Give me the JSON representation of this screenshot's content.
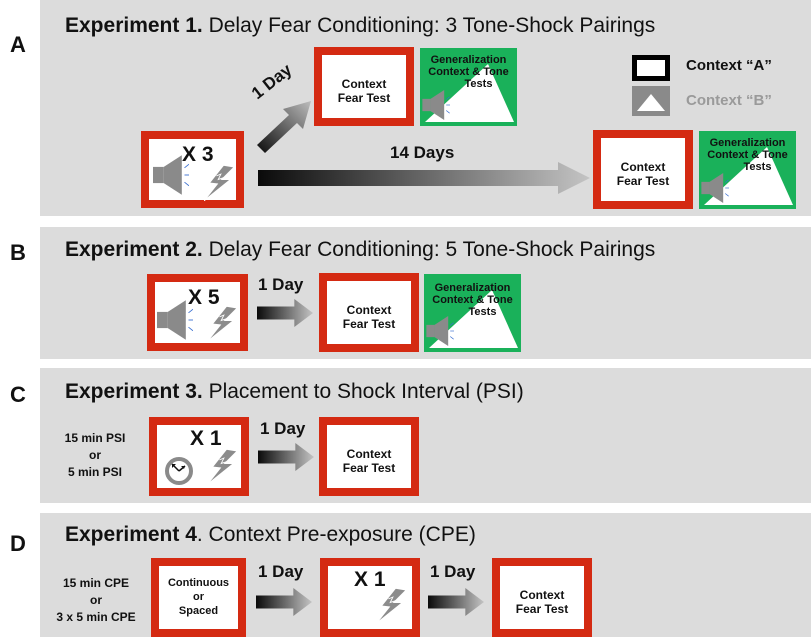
{
  "colors": {
    "panel_bg": "#dcdcdc",
    "box_border": "#d42a12",
    "green": "#1ab15a",
    "speaker": "#8a8a8a",
    "arrow_dark": "#111111",
    "arrow_light": "#bdbdbd",
    "context_b_text": "#9a9a9a"
  },
  "icons": [
    "speaker-icon",
    "lightning-bolt-icon",
    "timer-clock-icon",
    "arrow-icon"
  ],
  "legend": {
    "context_a": "Context “A”",
    "context_b": "Context “B”"
  },
  "common": {
    "context_fear_test_line1": "Context",
    "context_fear_test_line2": "Fear Test",
    "generalization_line1": "Generalization",
    "generalization_line2": "Context & Tone",
    "generalization_line3": "Tests"
  },
  "panels": [
    {
      "letter": "A",
      "title_bold": "Experiment 1.",
      "title_rest": " Delay Fear Conditioning: 3 Tone-Shock Pairings",
      "repeat": "X 3",
      "interval_short": "1 Day",
      "interval_long": "14 Days"
    },
    {
      "letter": "B",
      "title_bold": "Experiment 2.",
      "title_rest": " Delay Fear Conditioning: 5 Tone-Shock Pairings",
      "repeat": "X 5",
      "interval": "1 Day"
    },
    {
      "letter": "C",
      "title_bold": "Experiment 3.",
      "title_rest": " Placement to Shock Interval (PSI)",
      "repeat": "X 1",
      "interval": "1 Day",
      "side_line1": "15 min PSI",
      "side_line2": "or",
      "side_line3": "5 min PSI"
    },
    {
      "letter": "D",
      "title_bold": "Experiment 4",
      "title_rest": ". Context Pre-exposure (CPE)",
      "pre_line1": "Continuous",
      "pre_line2": "or",
      "pre_line3": "Spaced",
      "repeat": "X 1",
      "interval1": "1 Day",
      "interval2": "1 Day",
      "side_line1": "15 min CPE",
      "side_line2": "or",
      "side_line3": "3 x 5 min CPE"
    }
  ]
}
